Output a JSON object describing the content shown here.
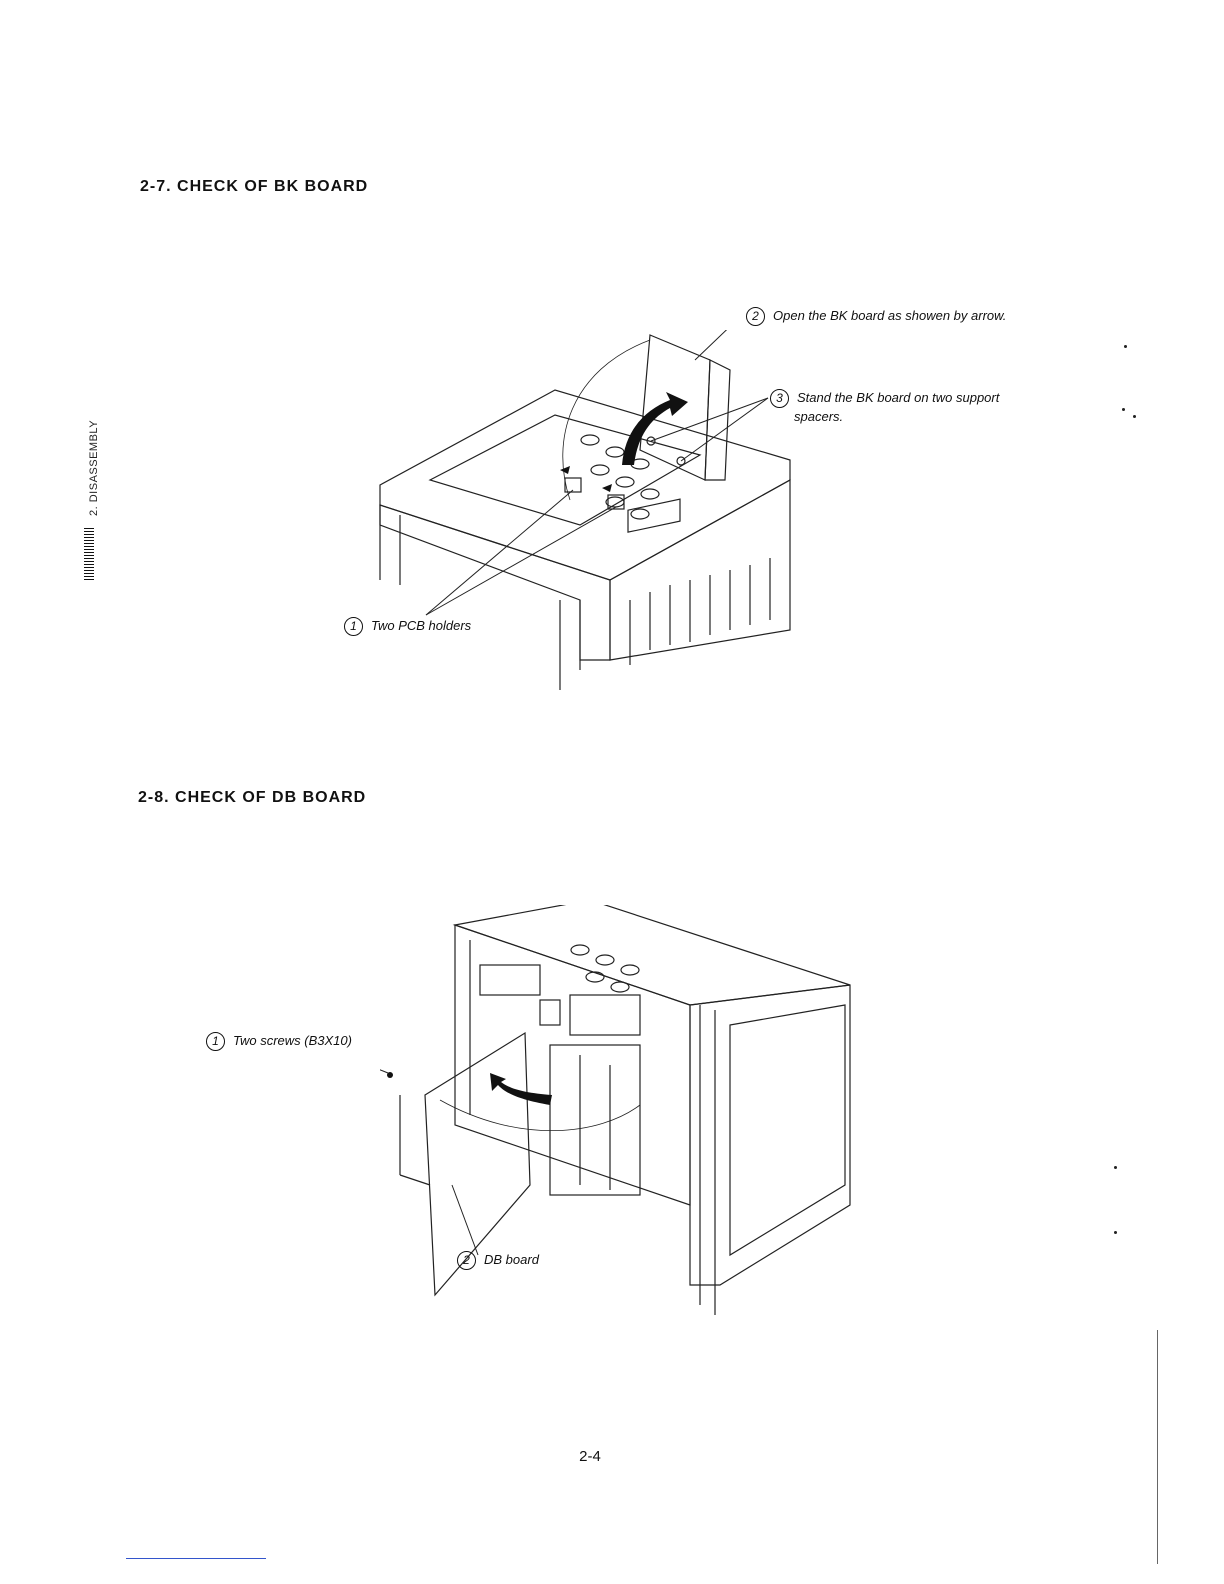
{
  "section_1": {
    "heading": "2-7. CHECK OF BK BOARD",
    "callouts": [
      {
        "num": "2",
        "text": "Open the BK board as showen by arrow."
      },
      {
        "num": "3",
        "text": "Stand the BK board on two support"
      },
      {
        "num": "",
        "text": "spacers."
      },
      {
        "num": "1",
        "text": "Two PCB holders"
      }
    ]
  },
  "section_2": {
    "heading": "2-8. CHECK OF DB BOARD",
    "callouts": [
      {
        "num": "1",
        "text": "Two screws (B3X10)"
      },
      {
        "num": "2",
        "text": "DB board"
      }
    ]
  },
  "side_tab": {
    "label": "2. DISASSEMBLY"
  },
  "footer": {
    "page_number": "2-4"
  }
}
